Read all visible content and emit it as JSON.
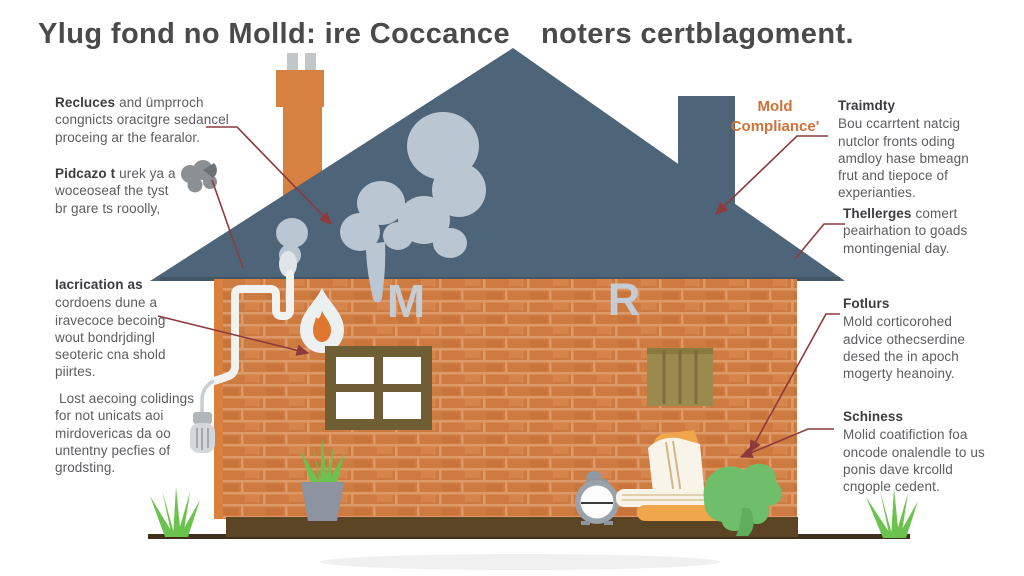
{
  "title": {
    "left": "Ylug fond no Molld: ire Coccance",
    "right": "noters certblagoment."
  },
  "badge": {
    "text": "Mold Compliance'"
  },
  "left_labels": [
    {
      "head": "Recluces",
      "body": "and ümprroch congnicts oracitgre sedancel proceing ar the fearalor."
    },
    {
      "head": "Pidcazo t",
      "body": "urek ya a woceoseaf the tyst br gare ts rooolly,"
    },
    {
      "head": "Iacrication as",
      "body": "cordoens dune a iravecoce becoing wout bondrjdingl seoteric cna shold piirtes."
    },
    {
      "head": "",
      "body": "Lost aecoing colidings for not unicats aoi mirdovericas da oo untentny pecfies of grodsting."
    }
  ],
  "right_labels": [
    {
      "head": "Traimdty",
      "body": "Bou ccarrtent natcig nutclor fronts oding amdloy hase bmeagn frut and tiepoce of experianties."
    },
    {
      "head": "Thellerges",
      "body": "comert peairhation to goads montingenial day."
    },
    {
      "head": "Fotlurs",
      "body": "Mold corticorohed advice othecserdine desed the in apoch mogerty heanoiny."
    },
    {
      "head": "Schiness",
      "body": "Molid coatifiction foa oncode onalendle to us ponis dave krcolld cngople cedent."
    }
  ],
  "house_letters": {
    "m": "M",
    "r": "R"
  },
  "colors": {
    "roof": "#4e6478",
    "chimney": "#d6813f",
    "brick": "#ce7b41",
    "mortar": "#dd9a68",
    "smoke": "#bac7d2",
    "leader_line": "#8d3a3c",
    "badge_orange": "#d0703a",
    "ledge_brown": "#5c4524",
    "plant_green": "#6cc24e",
    "towel_orange": "#f0a64a",
    "cloth_green": "#6fbf6a",
    "window_frame": "#6f5d36",
    "vent_khaki": "#9a8a4d"
  }
}
